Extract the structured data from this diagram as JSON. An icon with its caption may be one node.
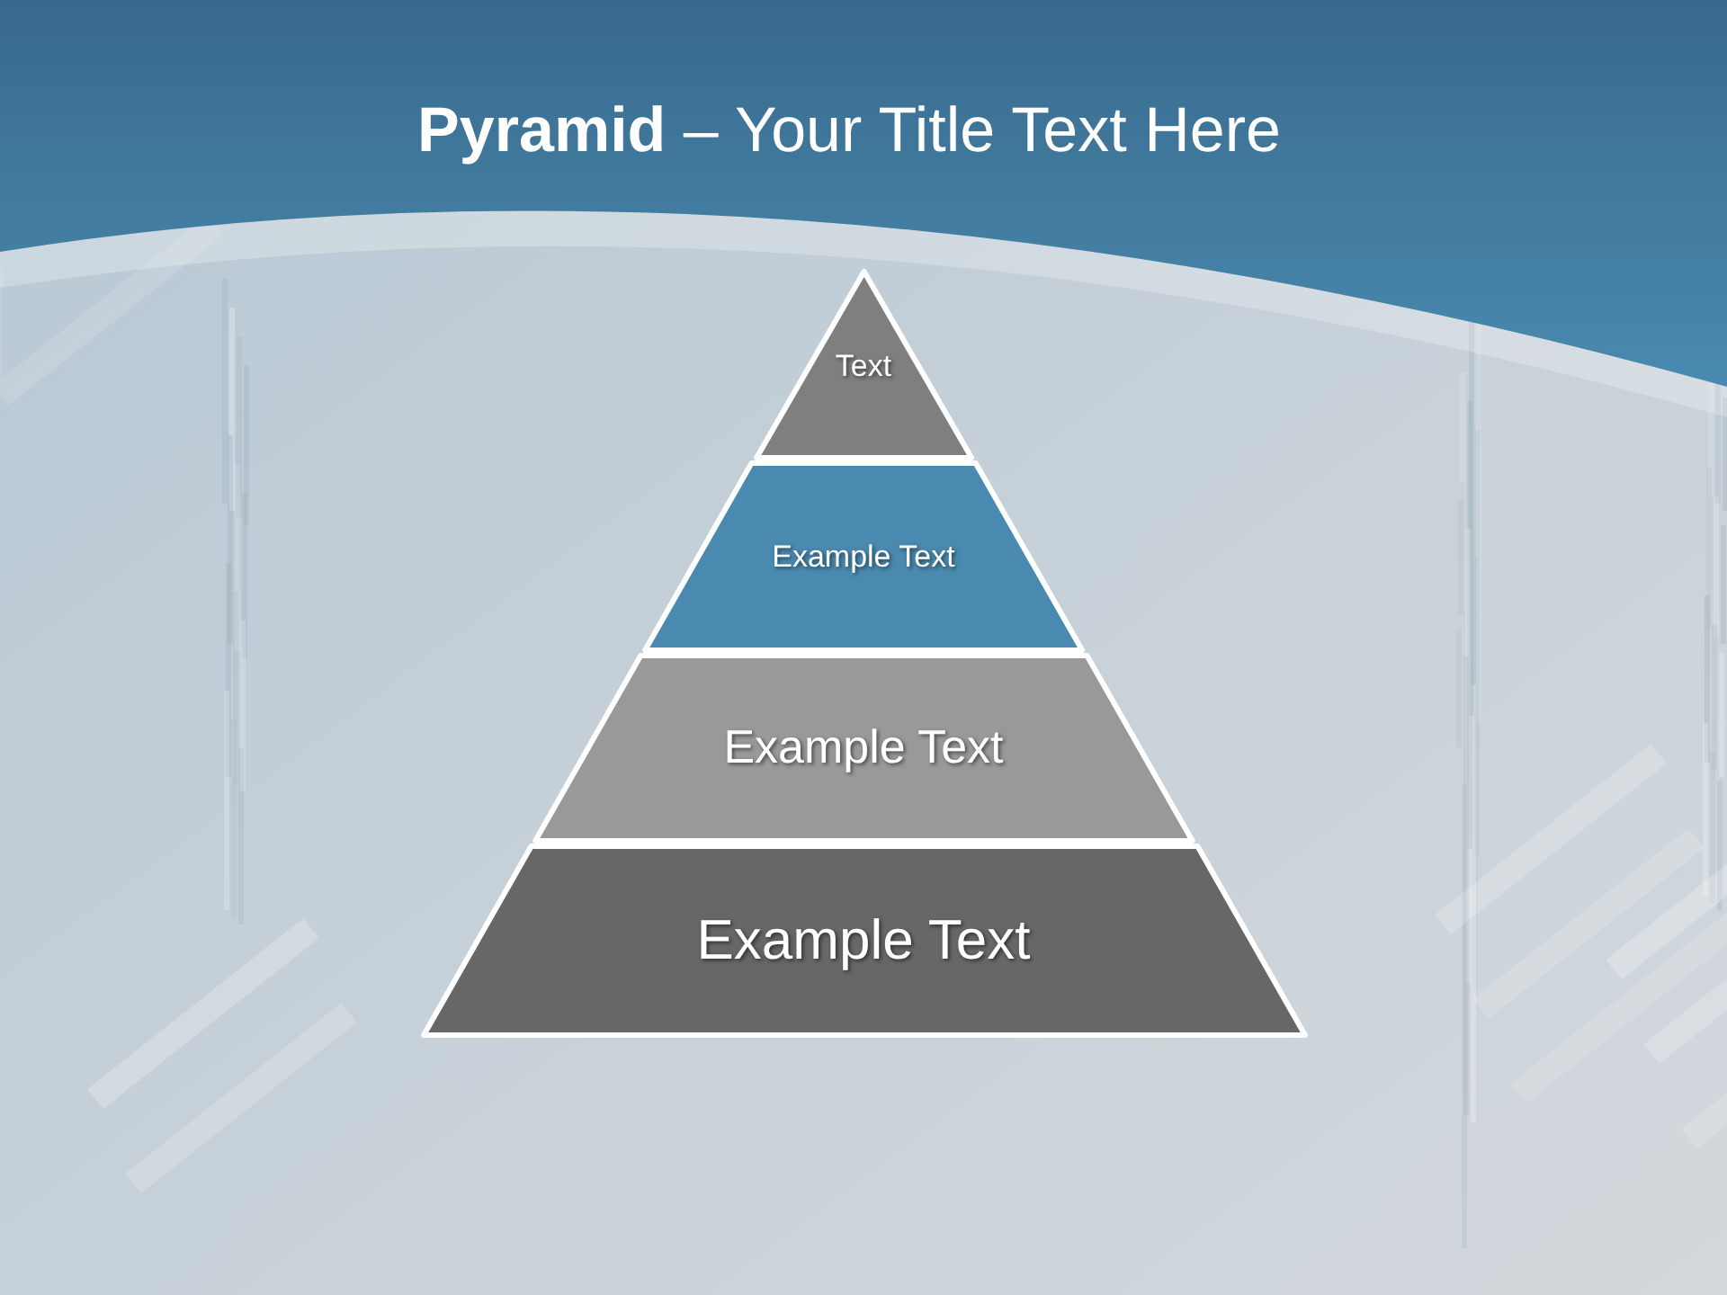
{
  "diagram": {
    "title": "**Pyramid** – Your Title Text Here",
    "nodes": [
      {
        "text": [
          "Text"
        ]
      },
      {
        "text": [
          "Example Text"
        ]
      },
      {
        "text": [
          "Example Text"
        ]
      },
      {
        "text": [
          "Example Text"
        ]
      }
    ]
  }
}
